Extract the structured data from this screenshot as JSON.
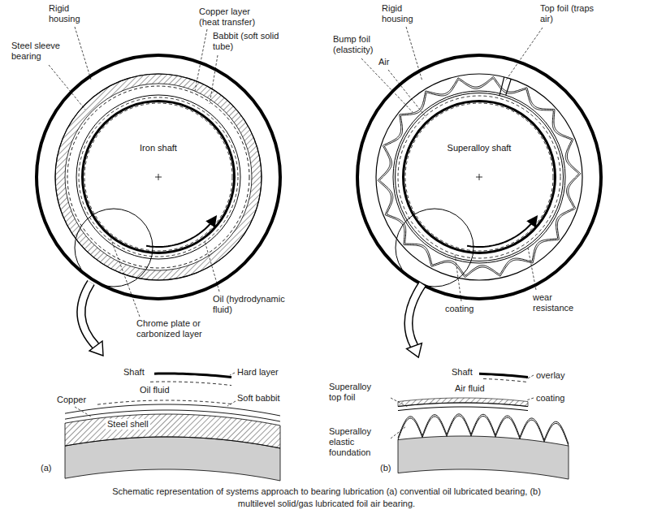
{
  "diagram": {
    "caption": "Schematic representation of systems approach to bearing lubrication (a) convential oil lubricated bearing, (b) multilevel solid/gas lubricated foil air bearing.",
    "nodes": [
      {
        "text": [
          "Iron shaft"
        ]
      },
      {
        "text": [
          "Superalloy shaft"
        ]
      }
    ],
    "labels": [
      "Rigid housing",
      "Copper layer (heat transfer)",
      "Babbit (soft solid tube)",
      "Steel sleeve bearing",
      "Oil (hydrodynamic fluid)",
      "Chrome plate or carbonized layer",
      "Shaft",
      "Hard layer",
      "Copper",
      "Oil fluid",
      "Soft babbit",
      "Steel shell",
      "(a)",
      "Rigid housing",
      "Top foil (traps air)",
      "Bump foil (elasticity)",
      "Air",
      "wear resistance",
      "coating",
      "Shaft",
      "overlay",
      "Superalloy top foil",
      "Air fluid",
      "coating",
      "Superalloy elastic foundation",
      "(b)"
    ]
  }
}
